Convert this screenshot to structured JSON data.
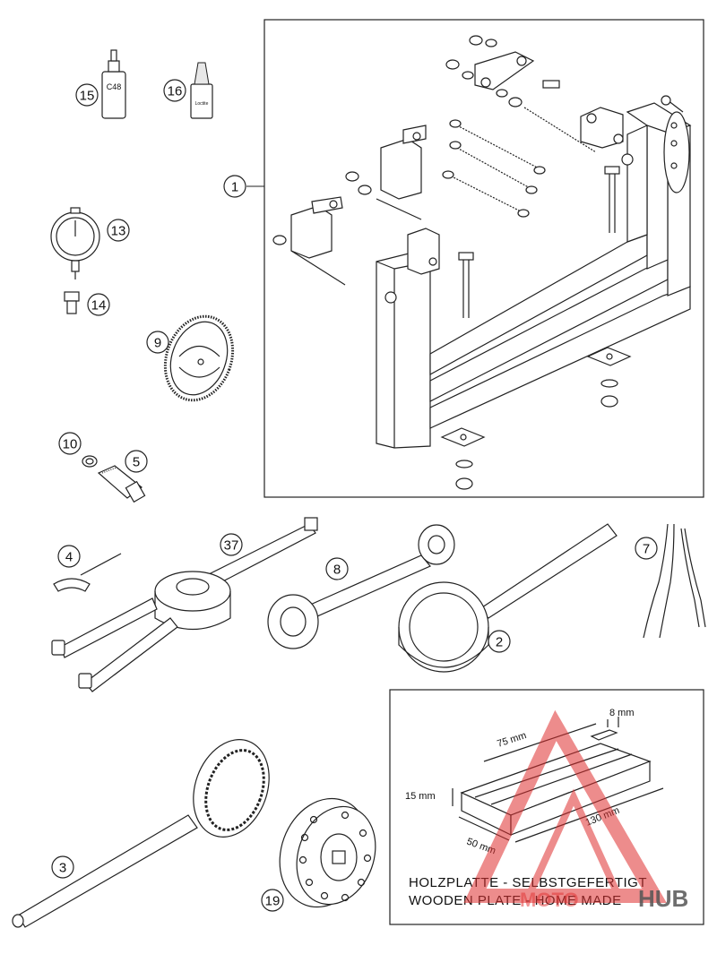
{
  "callouts": {
    "c1": "1",
    "c2": "2",
    "c3": "3",
    "c4": "4",
    "c5": "5",
    "c7": "7",
    "c8": "8",
    "c9": "9",
    "c10": "10",
    "c13": "13",
    "c14": "14",
    "c15": "15",
    "c16": "16",
    "c19": "19",
    "c37": "37"
  },
  "bottle_labels": {
    "b15": "C48",
    "b16": "Loctite"
  },
  "wood_plate": {
    "dim_top_width": "8 mm",
    "dim_length": "75 mm",
    "dim_height": "15 mm",
    "dim_depth": "130 mm",
    "dim_width": "50 mm",
    "caption_de": "HOLZPLATTE - SELBSTGEFERTIGT",
    "caption_en": "WOODEN PLATE - HOME MADE"
  },
  "watermark": {
    "brand_left": "MOTO",
    "brand_right": "HUB",
    "color": "#e03030"
  }
}
